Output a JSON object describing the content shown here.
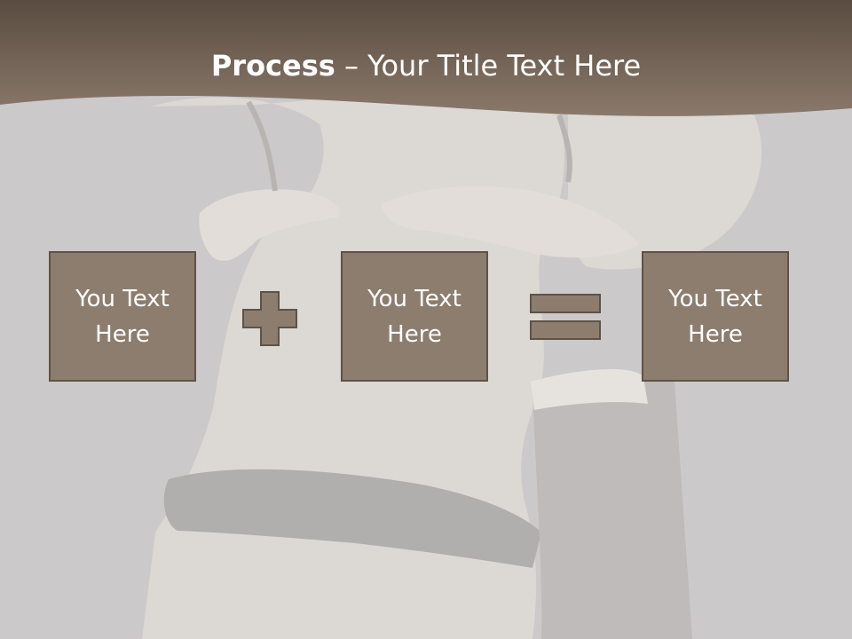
{
  "slide": {
    "title": {
      "bold": "Process",
      "rest": " – Your Title Text Here"
    },
    "boxes": [
      {
        "text": "You Text\nHere"
      },
      {
        "text": "You Text\nHere"
      },
      {
        "text": "You Text\nHere"
      }
    ],
    "operators": [
      "plus",
      "equals"
    ]
  },
  "colors": {
    "title_band": "#7a6b5f",
    "box_fill": "#8c7d6f",
    "box_border": "#5f5247",
    "background": "#cbc9ca"
  },
  "icons": [
    "plus-icon",
    "equals-icon"
  ]
}
